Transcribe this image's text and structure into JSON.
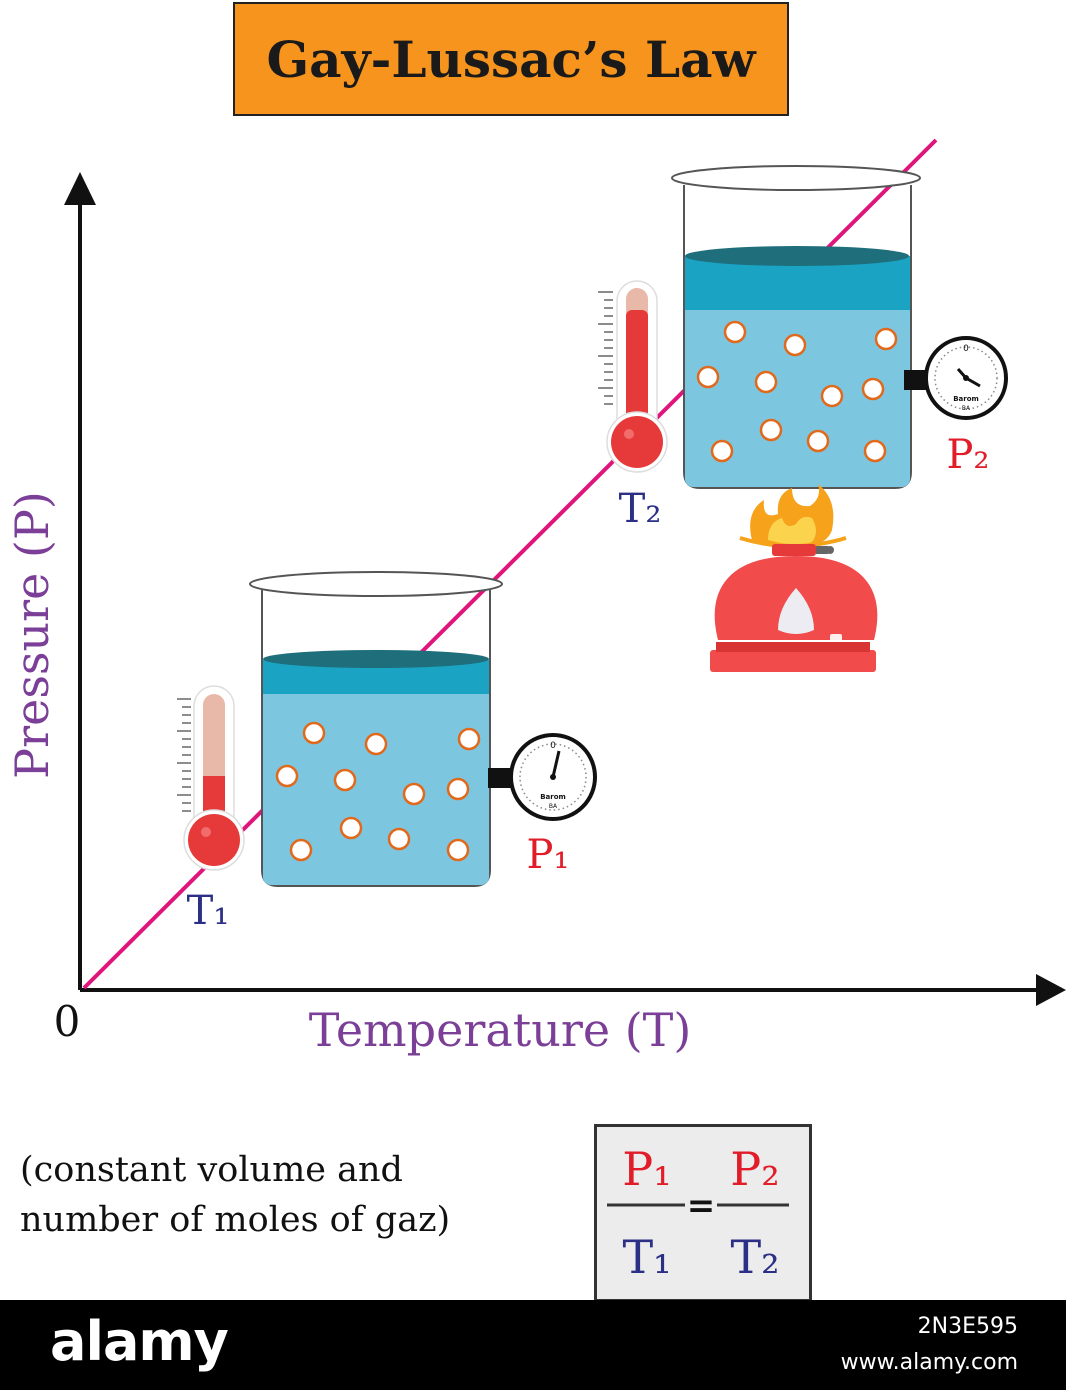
{
  "title": "Gay-Lussac’s Law",
  "axes": {
    "y_label": "Pressure (P)",
    "x_label": "Temperature (T)",
    "origin_label": "0"
  },
  "labels": {
    "t1": "T₁",
    "t2": "T₂",
    "p1": "P₁",
    "p2": "P₂"
  },
  "gauge": {
    "text_top": "Barom",
    "text_bottom": "BA",
    "zero": "0"
  },
  "note": {
    "line1": "(constant volume and",
    "line2": "number of moles of gaz)"
  },
  "formula": {
    "num_left": "P₁",
    "num_right": "P₂",
    "den_left": "T₁",
    "den_right": "T₂",
    "equals": "="
  },
  "footer": {
    "brand": "alamy",
    "image_id": "2N3E595",
    "url": "www.alamy.com"
  },
  "colors": {
    "title_bg": "#f6941e",
    "axis_label": "#7b3f98",
    "pressure_label": "#e11d2a",
    "temperature_label": "#2b2f86",
    "line": "#e0157c",
    "water_top": "#1f6e7c",
    "water_mid": "#1aa3c2",
    "water_light": "#7dc6e0",
    "bubble_edge": "#e0691b",
    "thermo_red": "#e63a3a",
    "thermo_light": "#e8b9a8",
    "burner_red": "#f24b4b"
  }
}
